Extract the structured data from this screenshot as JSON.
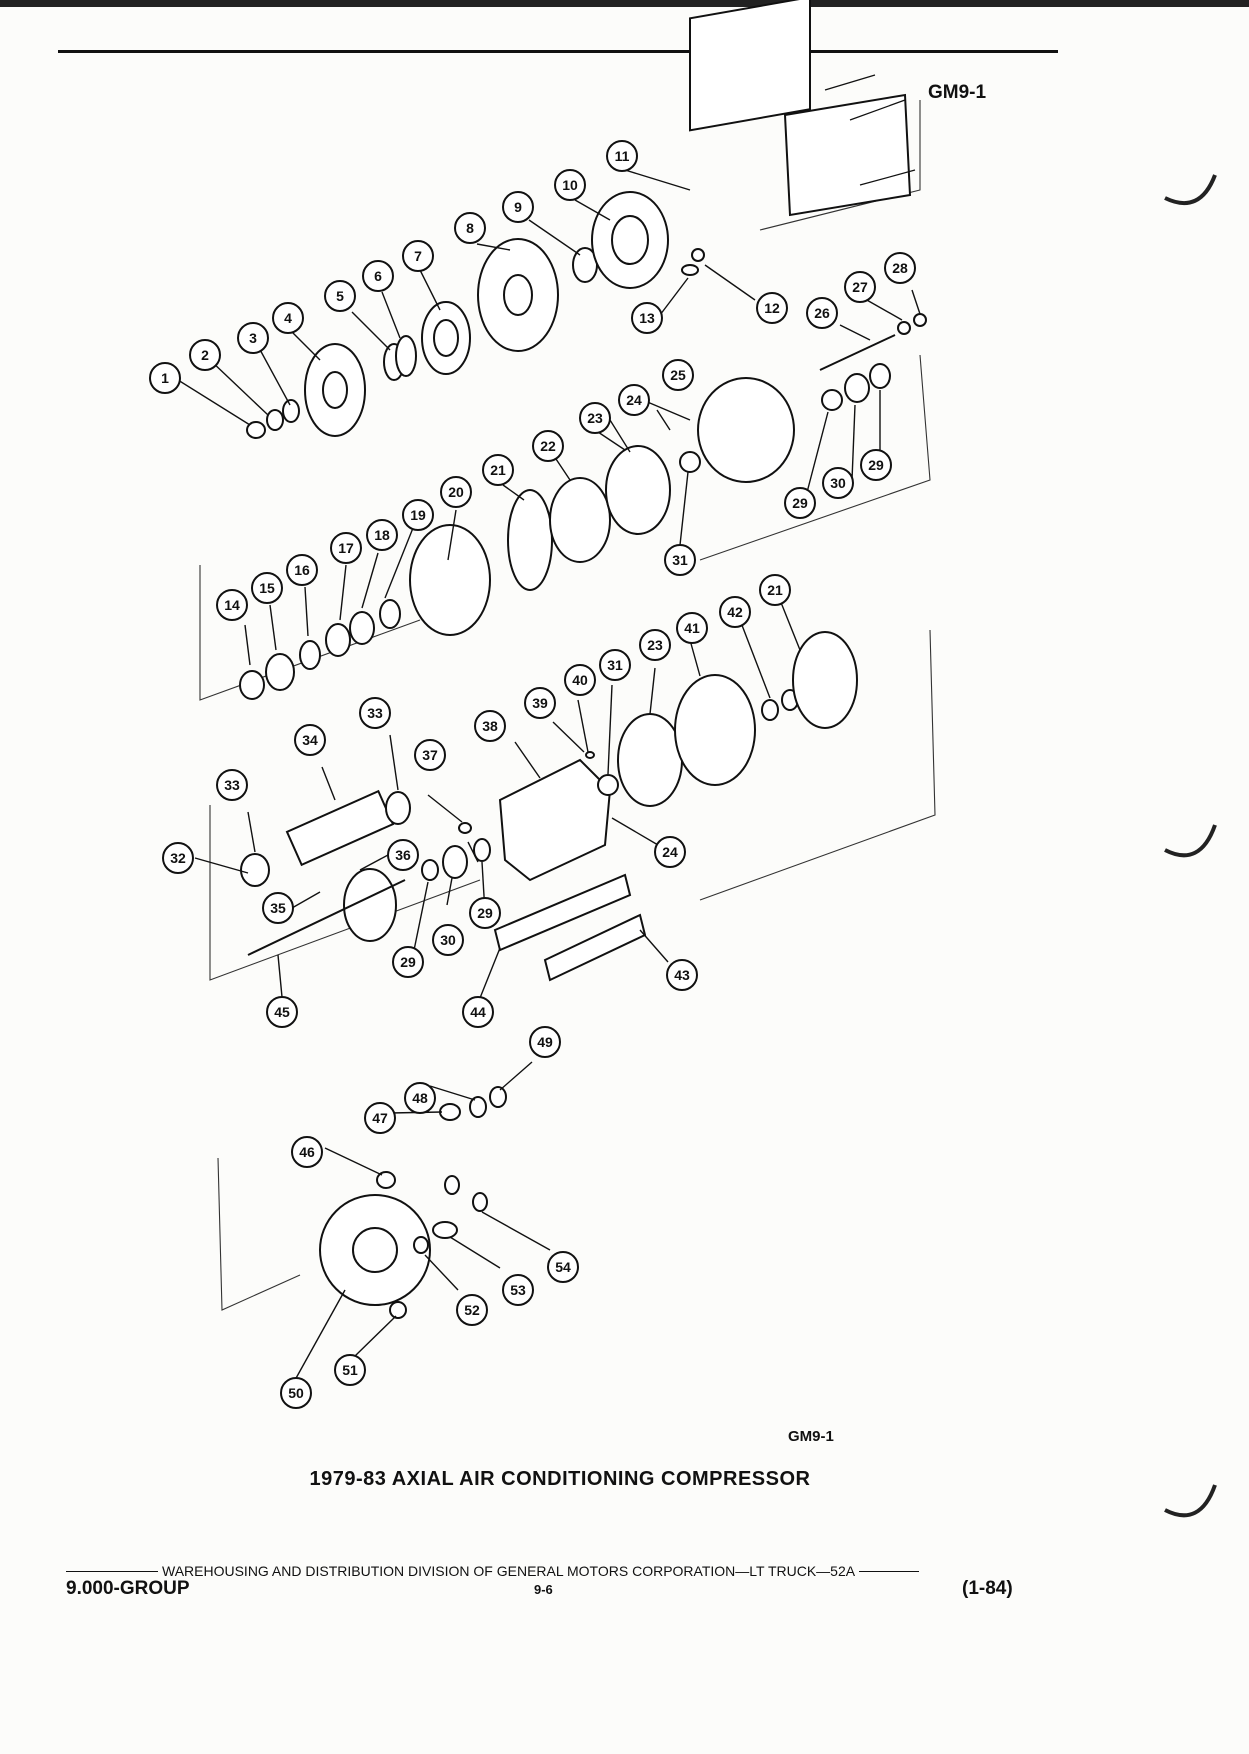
{
  "figure_id": "GM9-1",
  "title": "1979-83 AXIAL AIR CONDITIONING COMPRESSOR",
  "footer": {
    "text": "WAREHOUSING AND DISTRIBUTION DIVISION OF GENERAL MOTORS CORPORATION—LT TRUCK—52A",
    "group": "9.000-GROUP",
    "page": "9-6",
    "date_code": "(1-84)"
  },
  "callouts": [
    "1",
    "2",
    "3",
    "4",
    "5",
    "6",
    "7",
    "8",
    "9",
    "10",
    "11",
    "12",
    "13",
    "14",
    "15",
    "16",
    "17",
    "18",
    "19",
    "20",
    "21",
    "22",
    "23",
    "24",
    "25",
    "26",
    "27",
    "28",
    "29",
    "29",
    "29",
    "30",
    "30",
    "31",
    "31",
    "32",
    "33",
    "33",
    "34",
    "35",
    "36",
    "37",
    "38",
    "39",
    "40",
    "41",
    "42",
    "21",
    "23",
    "24",
    "43",
    "44",
    "45",
    "46",
    "47",
    "48",
    "49",
    "50",
    "51",
    "52",
    "53",
    "54"
  ]
}
